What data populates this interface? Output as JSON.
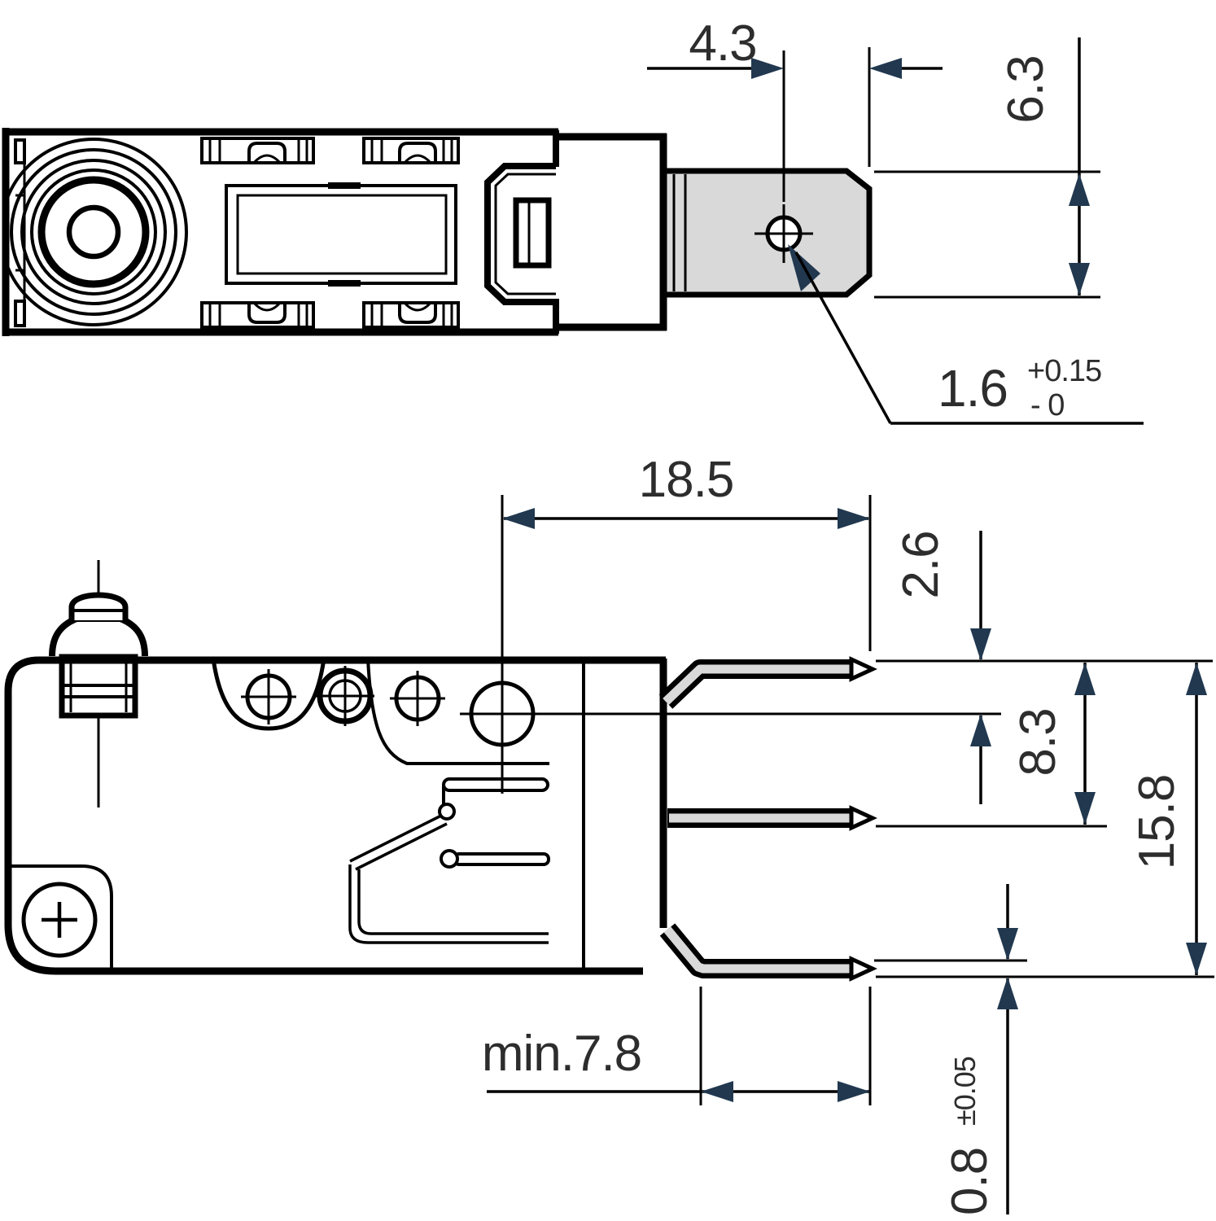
{
  "drawing": {
    "title": "microswitch dimension drawing",
    "colors": {
      "line": "#000000",
      "arrow": "#21384f",
      "text": "#2d2d2d",
      "terminal_fill": "#d9d9d9",
      "background": "#ffffff"
    },
    "top_view": {
      "dims": {
        "hole_to_tab_end": {
          "label": "4.3"
        },
        "tab_width": {
          "label": "6.3"
        },
        "hole_diameter": {
          "label": "1.6",
          "tol_plus": "+0.15",
          "tol_minus": "- 0"
        }
      }
    },
    "side_view": {
      "dims": {
        "hole_to_terminal_tip": {
          "label": "18.5"
        },
        "top_terminal_offset": {
          "label": "2.6"
        },
        "middle_terminal_offset": {
          "label": "8.3"
        },
        "terminal_span": {
          "label": "15.8"
        },
        "terminal_min_length": {
          "label": "min.7.8"
        },
        "terminal_thickness": {
          "label": "0.8",
          "tol": "±0.05"
        }
      }
    }
  }
}
